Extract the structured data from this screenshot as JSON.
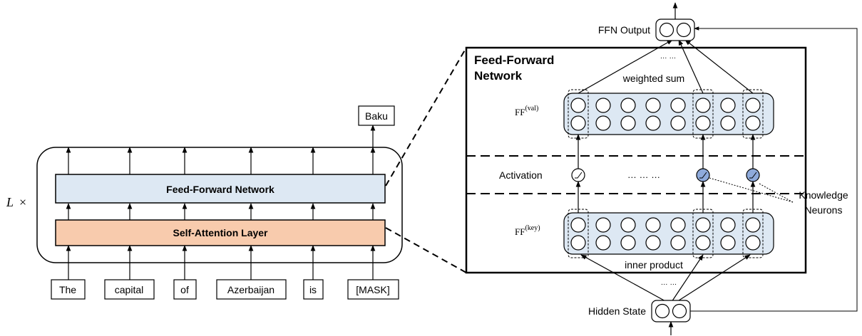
{
  "left": {
    "output_word": "Baku",
    "multiplier_var": "L",
    "multiplier_sym": "×",
    "ffn_label": "Feed-Forward Network",
    "attn_label": "Self-Attention Layer",
    "tokens": [
      "The",
      "capital",
      "of",
      "Azerbaijan",
      "is",
      "[MASK]"
    ]
  },
  "right": {
    "ffn_output_label": "FFN Output",
    "hidden_state_label": "Hidden State",
    "title_line1": "Feed-Forward",
    "title_line2": "Network",
    "weighted_sum": "weighted sum",
    "inner_product": "inner product",
    "activation": "Activation",
    "ff_prefix": "FF",
    "ff_val_sup": "(val)",
    "ff_key_sup": "(key)",
    "ellipsis_short": "… …",
    "ellipsis_long": "… … …",
    "knowledge_line1": "Knowledge",
    "knowledge_line2": "Neurons"
  },
  "colors": {
    "ffn_fill": "#dde8f3",
    "attn_fill": "#f8cbad",
    "row_fill": "#dde8f3",
    "neuron_active": "#8eaadb",
    "line": "#000000"
  }
}
